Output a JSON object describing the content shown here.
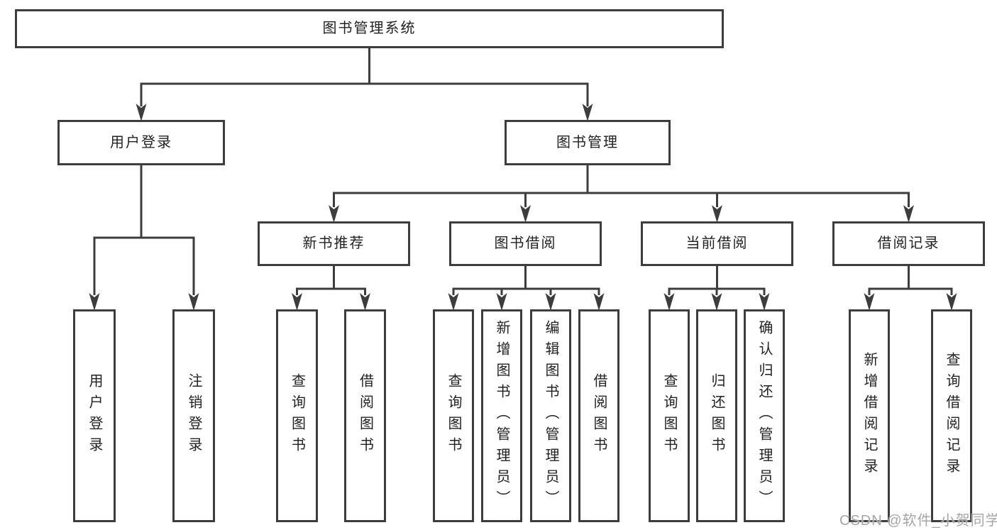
{
  "diagram_title": "图书管理系统",
  "tree": {
    "label": "图书管理系统",
    "children": [
      {
        "label": "用户登录",
        "children": [
          {
            "label": "用户登录"
          },
          {
            "label": "注销登录"
          }
        ]
      },
      {
        "label": "图书管理",
        "children": [
          {
            "label": "新书推荐",
            "children": [
              {
                "label": "查询图书"
              },
              {
                "label": "借阅图书"
              }
            ]
          },
          {
            "label": "图书借阅",
            "children": [
              {
                "label": "查询图书"
              },
              {
                "label": "新增图书（管理员）"
              },
              {
                "label": "编辑图书（管理员）"
              },
              {
                "label": "借阅图书"
              }
            ]
          },
          {
            "label": "当前借阅",
            "children": [
              {
                "label": "查询图书"
              },
              {
                "label": "归还图书"
              },
              {
                "label": "确认归还（管理员）"
              }
            ]
          },
          {
            "label": "借阅记录",
            "children": [
              {
                "label": "新增借阅记录"
              },
              {
                "label": "查询借阅记录"
              }
            ]
          }
        ]
      }
    ]
  },
  "watermark": {
    "text": "CSDN @软件_小贺同学"
  },
  "colors": {
    "line": "#3d3d3d",
    "text": "#222222",
    "box_bg": "#ffffff",
    "watermark": "#a6a6a6",
    "background": "#ffffff"
  }
}
